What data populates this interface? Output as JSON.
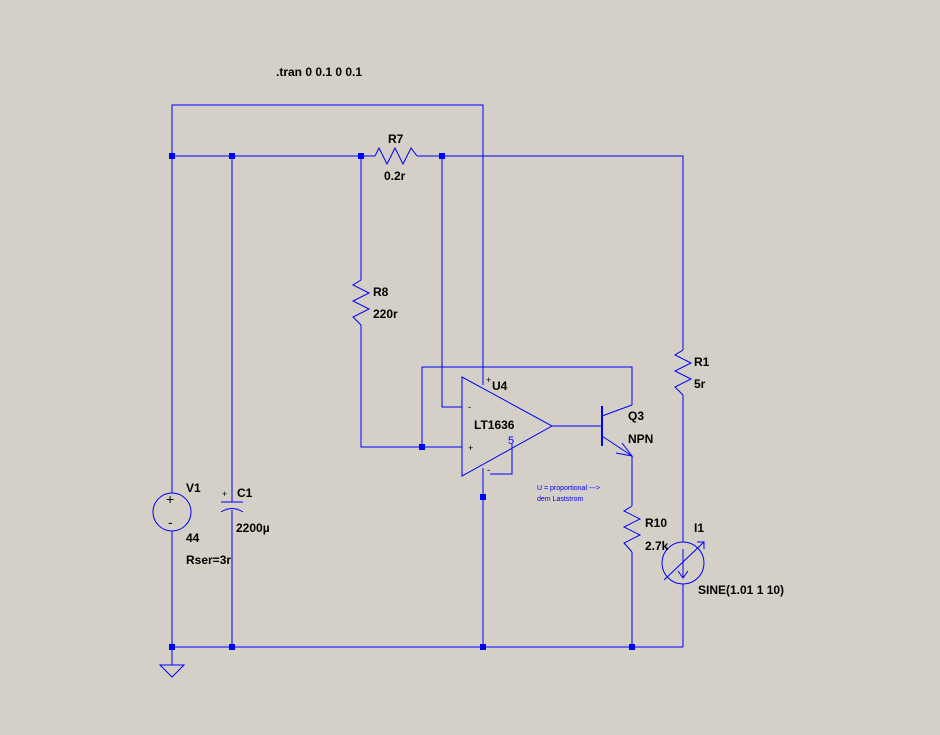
{
  "directive": ".tran 0 0.1 0 0.1",
  "components": {
    "R7": {
      "name": "R7",
      "value": "0.2r"
    },
    "R8": {
      "name": "R8",
      "value": "220r"
    },
    "R1": {
      "name": "R1",
      "value": "5r"
    },
    "R10": {
      "name": "R10",
      "value": "2.7k"
    },
    "U4": {
      "name": "U4",
      "part": "LT1636",
      "pin_label": "5",
      "plus_pin": "+",
      "minus_pin": "-",
      "supply_plus": "+",
      "supply_minus": "-"
    },
    "Q3": {
      "name": "Q3",
      "type": "NPN"
    },
    "V1": {
      "name": "V1",
      "value": "44",
      "rser": "Rser=3r",
      "plus_sign": "+",
      "minus_sign": "-"
    },
    "C1": {
      "name": "C1",
      "value": "2200µ",
      "plus_sign": "+"
    },
    "I1": {
      "name": "I1",
      "value": "SINE(1.01 1 10)"
    }
  },
  "comment": {
    "line1": "U = proportional --->",
    "line2": "dem Laststrom"
  },
  "colors": {
    "background": "#d4d0c8",
    "wire": "#0000ff",
    "label": "#000000"
  }
}
